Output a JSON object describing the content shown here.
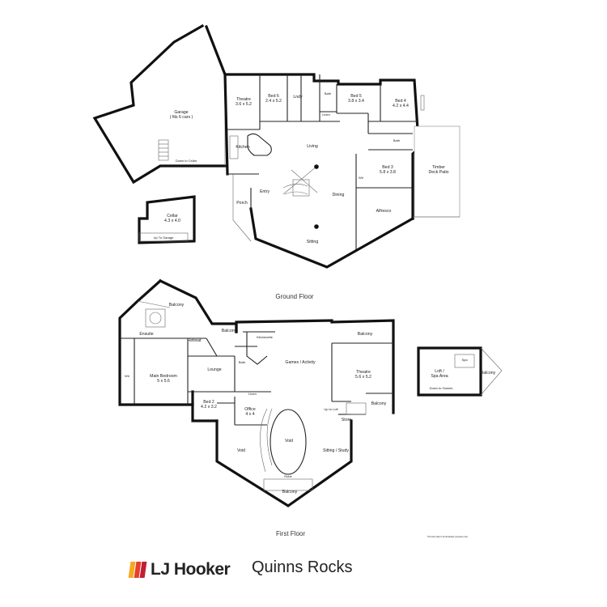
{
  "ground_floor": {
    "title": "Ground Floor",
    "rooms": {
      "garage": "Garage",
      "garage_note": "( fits 6 cars )",
      "down_to_cellar": "Down to Cellar",
      "cellar": "Cellar",
      "cellar_dims": "4.3 x 4.0",
      "up_to_garage": "Up To Garage",
      "theatre": "Theatre",
      "theatre_dims": "3.6 x 5.2",
      "bed6": "Bed 6",
      "bed6_dims": "2.4 x 5.2",
      "lndy": "Lndy",
      "bath1": "Bath",
      "linen": "Linen",
      "bed5": "Bed 5",
      "bed5_dims": "3.8 x 3.4",
      "bed4": "Bed 4",
      "bed4_dims": "4.2 x 4.4",
      "bath2": "Bath",
      "kitchen": "Kitchen",
      "living": "Living",
      "entry": "Entry",
      "dining": "Dining",
      "bed3": "Bed 3",
      "bed3_dims": "5.8 x 3.8",
      "timber_deck": "Timber",
      "timber_deck2": "Deck Patio",
      "alfresco": "Alfresco",
      "porch": "Porch",
      "sitting": "Sitting",
      "wir": "Wir"
    }
  },
  "first_floor": {
    "title": "First Floor",
    "rooms": {
      "balcony_nw": "Balcony",
      "ensuite": "Ensuite",
      "retreat": "Retreat",
      "balcony_n": "Balcony",
      "kitchenette": "Kitchenette",
      "balcony_ne": "Balcony",
      "main_bedroom": "Main Bedroom",
      "main_bedroom_dims": "5 x 5.6",
      "wir": "Wir",
      "lounge": "Lounge",
      "bath": "Bath",
      "games": "Games / Activity",
      "theatre": "Theatre",
      "theatre_dims": "5.6 x 5.2",
      "bed2": "Bed 2",
      "bed2_dims": "4.2 x 3.2",
      "linen": "Linen",
      "office": "Office",
      "office_dims": "4 x 4",
      "up_to_loft": "Up to Loft",
      "store": "Store",
      "balcony_e": "Balcony",
      "void_left": "Void",
      "void_center": "Void",
      "sitting_study": "Sitting / Study",
      "balcony_s": "Balcony",
      "robe": "Robe"
    }
  },
  "loft": {
    "loft_label": "Loft /",
    "spa_label": "Spa Area",
    "spa": "Spa",
    "down_to_games": "Down to Games",
    "balcony": "Balcony"
  },
  "disclaimer": "This floor plan is for illustrative purposes only",
  "brand": {
    "name": "LJ Hooker",
    "office": "Quinns Rocks",
    "colors": [
      "#f7a823",
      "#e4412b",
      "#c11f37"
    ]
  }
}
